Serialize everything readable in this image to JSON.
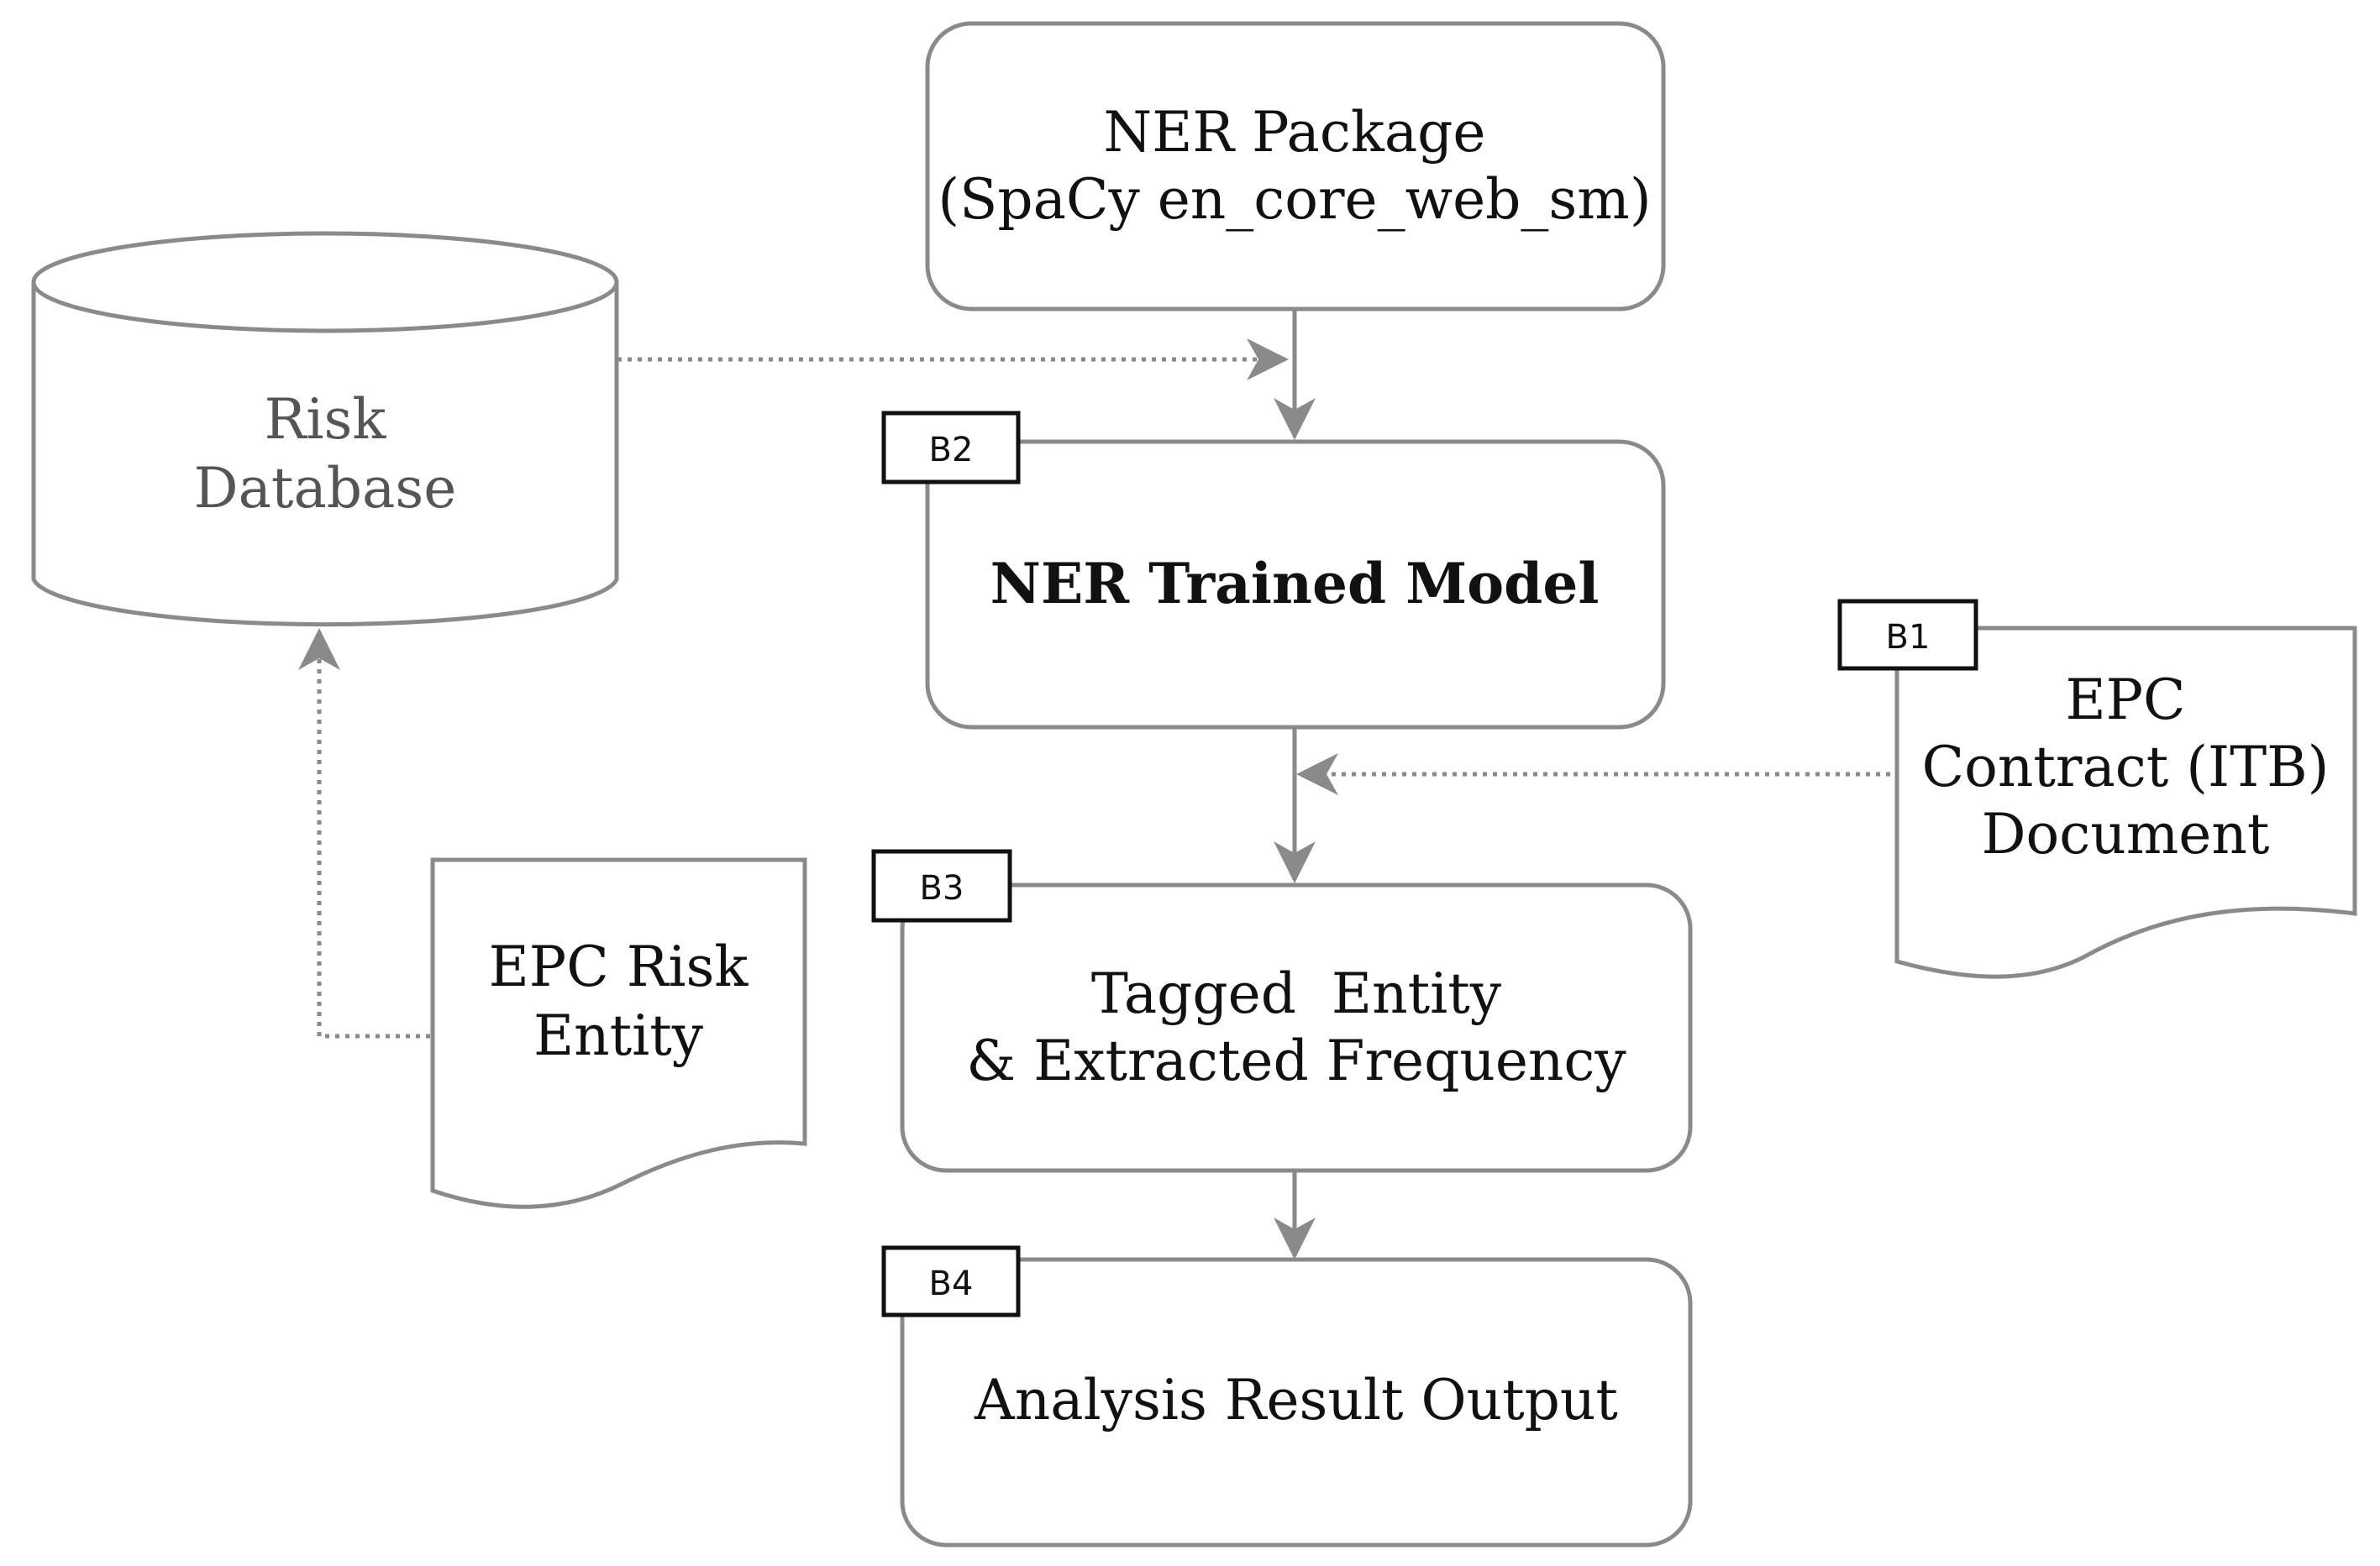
{
  "nodes": {
    "ner_package": {
      "line1": "NER Package",
      "line2": "(SpaCy en_core_web_sm)"
    },
    "risk_database": {
      "line1": "Risk",
      "line2": "Database"
    },
    "ner_trained_model": {
      "label": "NER Trained Model",
      "tag": "B2"
    },
    "epc_contract": {
      "line1": "EPC",
      "line2": "Contract (ITB)",
      "line3": "Document",
      "tag": "B1"
    },
    "tagged_entity": {
      "line1": "Tagged  Entity",
      "line2": "& Extracted Frequency",
      "tag": "B3"
    },
    "epc_risk_entity": {
      "line1": "EPC Risk",
      "line2": "Entity"
    },
    "analysis_output": {
      "label": "Analysis Result Output",
      "tag": "B4"
    }
  },
  "colors": {
    "stroke": "#8a8a8a",
    "text": "#111111",
    "db_text": "#555555",
    "tag_stroke": "#111111",
    "background": "#ffffff"
  }
}
